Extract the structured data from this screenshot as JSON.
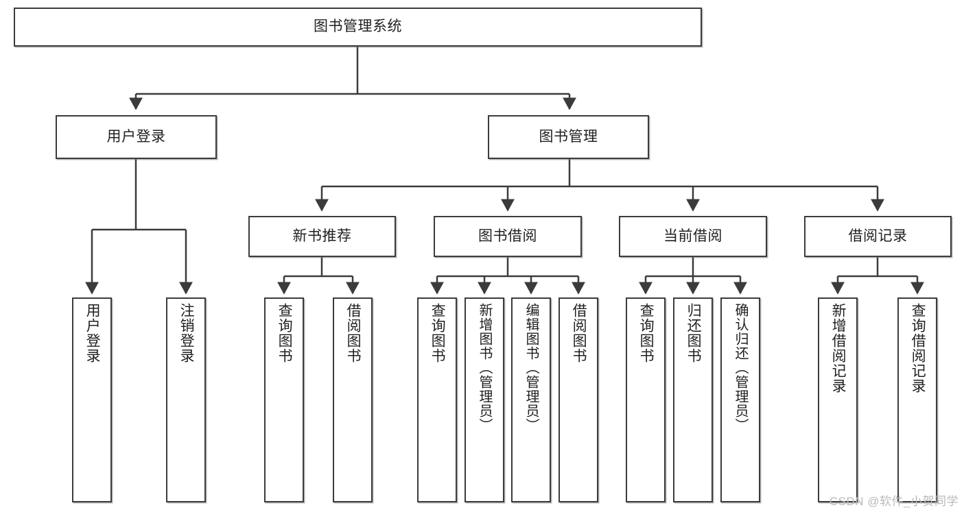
{
  "diagram": {
    "title": "图书管理系统",
    "type": "tree-hierarchy-chart",
    "root": {
      "label": "图书管理系统"
    },
    "level2": [
      {
        "label": "用户登录"
      },
      {
        "label": "图书管理"
      }
    ],
    "level3": [
      {
        "label": "新书推荐"
      },
      {
        "label": "图书借阅"
      },
      {
        "label": "当前借阅"
      },
      {
        "label": "借阅记录"
      }
    ],
    "leaves": {
      "user_login": [
        "用户登录",
        "注销登录"
      ],
      "new_book_recommend": [
        "查询图书",
        "借阅图书"
      ],
      "book_borrow": [
        "查询图书",
        "新增图书（管理员）",
        "编辑图书（管理员）",
        "借阅图书"
      ],
      "current_borrow": [
        "查询图书",
        "归还图书",
        "确认归还（管理员）"
      ],
      "borrow_record": [
        "新增借阅记录",
        "查询借阅记录"
      ]
    }
  },
  "watermark": {
    "text": "CSDN @软件_小贺同学"
  },
  "colors": {
    "border": "#3b3b3b",
    "text": "#1f1f1f",
    "background": "#ffffff",
    "watermark": "#b9b9b9"
  }
}
